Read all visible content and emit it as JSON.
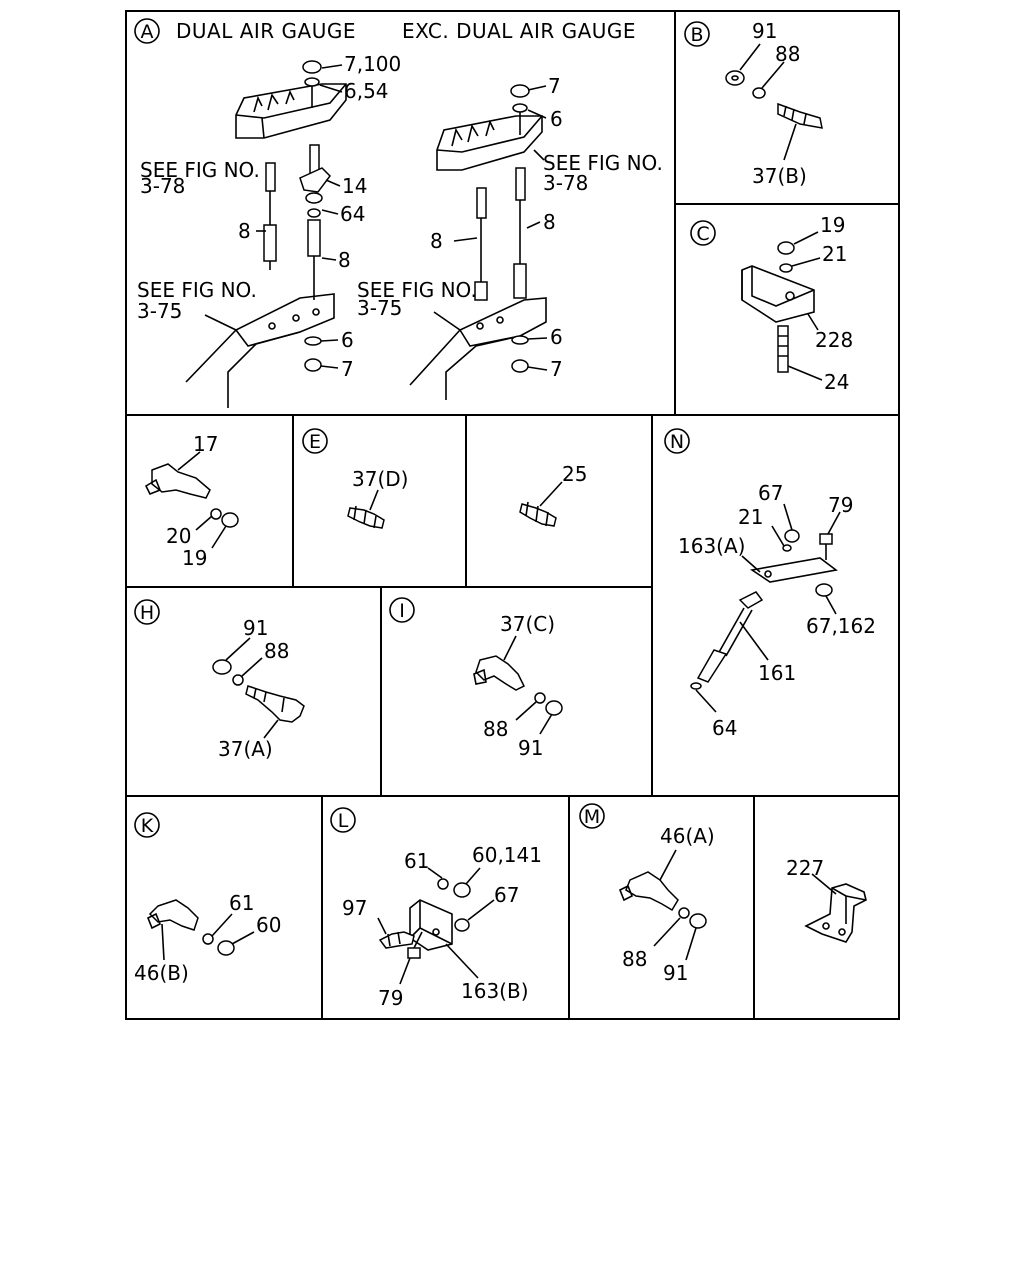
{
  "sections": {
    "A": {
      "letter": "A",
      "header_left": "DUAL AIR GAUGE",
      "header_right": "EXC. DUAL AIR GAUGE",
      "refs": [
        "SEE FIG NO.",
        "3-78",
        "SEE FIG NO.",
        "3-75",
        "SEE FIG NO.",
        "3-78",
        "SEE FIG NO.",
        "3-75"
      ],
      "callouts": [
        "7,100",
        "6,54",
        "14",
        "64",
        "8",
        "8",
        "6",
        "7",
        "7",
        "6",
        "8",
        "8",
        "6",
        "7"
      ]
    },
    "B": {
      "letter": "B",
      "callouts": [
        "91",
        "88",
        "37(B)"
      ]
    },
    "C": {
      "letter": "C",
      "callouts": [
        "19",
        "21",
        "228",
        "24"
      ]
    },
    "D": {
      "callouts": [
        "17",
        "20",
        "19"
      ]
    },
    "E": {
      "letter": "E",
      "callouts": [
        "37(D)"
      ]
    },
    "F": {
      "callouts": [
        "25"
      ]
    },
    "N": {
      "letter": "N",
      "callouts": [
        "67",
        "79",
        "21",
        "163(A)",
        "67,162",
        "161",
        "64"
      ]
    },
    "H": {
      "letter": "H",
      "callouts": [
        "91",
        "88",
        "37(A)"
      ]
    },
    "I": {
      "letter": "I",
      "callouts": [
        "37(C)",
        "88",
        "91"
      ]
    },
    "K": {
      "letter": "K",
      "callouts": [
        "61",
        "60",
        "46(B)"
      ]
    },
    "L": {
      "letter": "L",
      "callouts": [
        "61",
        "60,141",
        "97",
        "67",
        "79",
        "163(B)"
      ]
    },
    "M": {
      "letter": "M",
      "callouts": [
        "46(A)",
        "88",
        "91"
      ]
    },
    "P": {
      "callouts": [
        "227"
      ]
    }
  }
}
